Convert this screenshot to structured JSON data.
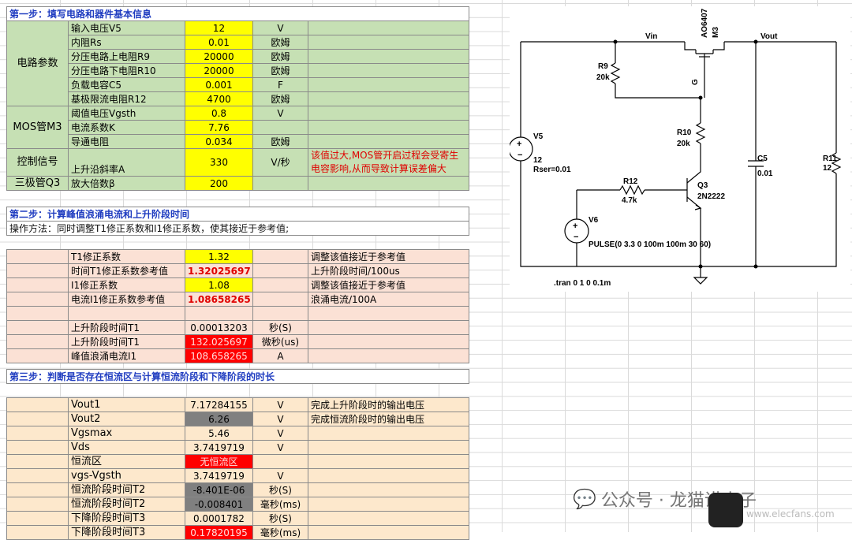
{
  "step1": {
    "title": "第一步：填写电路和器件基本信息",
    "group_circuit": "电路参数",
    "group_mos": "MOS管M3",
    "group_ctrl": "控制信号",
    "group_bjt": "三极管Q3",
    "rows": [
      {
        "name": "输入电压V5",
        "value": "12",
        "unit": "V",
        "note": ""
      },
      {
        "name": "内阻Rs",
        "value": "0.01",
        "unit": "欧姆",
        "note": ""
      },
      {
        "name": "分压电路上电阻R9",
        "value": "20000",
        "unit": "欧姆",
        "note": ""
      },
      {
        "name": "分压电路下电阻R10",
        "value": "20000",
        "unit": "欧姆",
        "note": ""
      },
      {
        "name": "负载电容C5",
        "value": "0.001",
        "unit": "F",
        "note": ""
      },
      {
        "name": "基极限流电阻R12",
        "value": "4700",
        "unit": "欧姆",
        "note": ""
      },
      {
        "name": "阈值电压Vgsth",
        "value": "0.8",
        "unit": "V",
        "note": ""
      },
      {
        "name": "电流系数K",
        "value": "7.76",
        "unit": "",
        "note": ""
      },
      {
        "name": "导通电阻",
        "value": "0.034",
        "unit": "欧姆",
        "note": ""
      },
      {
        "name": "上升沿斜率A",
        "value": "330",
        "unit": "V/秒",
        "note": "该值过大,MOS管开启过程会受寄生电容影响,从而导致计算误差偏大"
      },
      {
        "name": "放大倍数β",
        "value": "200",
        "unit": "",
        "note": ""
      }
    ]
  },
  "step2": {
    "title": "第二步：计算峰值浪涌电流和上升阶段时间",
    "subtitle": "操作方法：同时调整T1修正系数和I1修正系数，使其接近于参考值;",
    "rows": [
      {
        "name": "T1修正系数",
        "value": "1.32",
        "unit": "",
        "note": "调整该值接近于参考值"
      },
      {
        "name": "时间T1修正系数参考值",
        "value": "1.32025697",
        "unit": "",
        "note": "上升阶段时间/100us"
      },
      {
        "name": "I1修正系数",
        "value": "1.08",
        "unit": "",
        "note": "调整该值接近于参考值"
      },
      {
        "name": "电流I1修正系数参考值",
        "value": "1.08658265",
        "unit": "",
        "note": "浪涌电流/100A"
      },
      {
        "name": "",
        "value": "",
        "unit": "",
        "note": ""
      },
      {
        "name": "上升阶段时间T1",
        "value": "0.00013203",
        "unit": "秒(S)",
        "note": ""
      },
      {
        "name": "上升阶段时间T1",
        "value": "132.025697",
        "unit": "微秒(us)",
        "note": ""
      },
      {
        "name": "峰值浪涌电流I1",
        "value": "108.658265",
        "unit": "A",
        "note": ""
      }
    ]
  },
  "step3": {
    "title": "第三步：判断是否存在恒流区与计算恒流阶段和下降阶段的时长",
    "rows": [
      {
        "name": "Vout1",
        "value": "7.17284155",
        "unit": "V",
        "note": "完成上升阶段时的输出电压"
      },
      {
        "name": "Vout2",
        "value": "6.26",
        "unit": "V",
        "note": "完成恒流阶段时的输出电压"
      },
      {
        "name": "Vgsmax",
        "value": "5.46",
        "unit": "V",
        "note": ""
      },
      {
        "name": "Vds",
        "value": "3.7419719",
        "unit": "V",
        "note": ""
      },
      {
        "name": "恒流区",
        "value": "无恒流区",
        "unit": "",
        "note": ""
      },
      {
        "name": "vgs-Vgsth",
        "value": "3.7419719",
        "unit": "V",
        "note": ""
      },
      {
        "name": "恒流阶段时间T2",
        "value": "-8.401E-06",
        "unit": "秒(S)",
        "note": ""
      },
      {
        "name": "恒流阶段时间T2",
        "value": "-0.008401",
        "unit": "毫秒(ms)",
        "note": ""
      },
      {
        "name": "下降阶段时间T3",
        "value": "0.0001782",
        "unit": "秒(S)",
        "note": ""
      },
      {
        "name": "下降阶段时间T3",
        "value": "0.17820195",
        "unit": "毫秒(ms)",
        "note": ""
      }
    ]
  },
  "circuit": {
    "vin": "Vin",
    "vout": "Vout",
    "mos_model": "AO6407",
    "mos_name": "M3",
    "r9": "R9",
    "r9_val": "20k",
    "r10": "R10",
    "r10_val": "20k",
    "gate": "G",
    "v5": "V5",
    "v5_val": "12",
    "rser": "Rser=0.01",
    "c5": "C5",
    "c5_val": "0.01",
    "r11": "R11",
    "r11_val": "12",
    "r12": "R12",
    "r12_val": "4.7k",
    "q3": "Q3",
    "q3_model": "2N2222",
    "v6": "V6",
    "pulse": "PULSE(0 3.3 0 100m 100m 30 60)",
    "tran": ".tran 0 1 0 0.1m"
  },
  "watermark": {
    "text": "公众号 · 龙猫讲电子",
    "site": "www.elecfans.com"
  }
}
